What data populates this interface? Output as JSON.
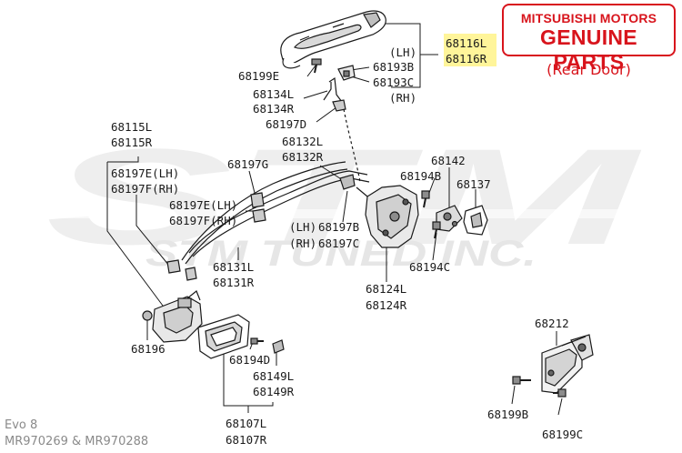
{
  "badge": {
    "brand": "MITSUBISHI MOTORS",
    "title": "GENUINE PARTS",
    "subtitle": "(Rear Door)",
    "accent_color": "#d8141c"
  },
  "watermark": {
    "brand": "STM",
    "tagline": "STM TUNED INC."
  },
  "footer": {
    "model": "Evo 8",
    "part_numbers": "MR970269 & MR970288"
  },
  "callouts": {
    "p68116L": "68116L",
    "p68116R": "68116R",
    "lh": "(LH)",
    "rh": "(RH)",
    "p68199E": "68199E",
    "p68193B": "68193B",
    "p68193C": "68193C",
    "p68134L": "68134L",
    "p68134R": "68134R",
    "p68197D": "68197D",
    "p68115L": "68115L",
    "p68115R": "68115R",
    "p68132L": "68132L",
    "p68132R": "68132R",
    "p68197G": "68197G",
    "p68197E_LH": "68197E(LH)",
    "p68197F_RH": "68197F(RH)",
    "p68197E_LH2": "68197E(LH)",
    "p68197F_RH2": "68197F(RH)",
    "lh2": "(LH)",
    "rh2": "(RH)",
    "p68197B": "68197B",
    "p68197C": "68197C",
    "p68131L": "68131L",
    "p68131R": "68131R",
    "p68142": "68142",
    "p68194B": "68194B",
    "p68137": "68137",
    "p68194C": "68194C",
    "p68124L": "68124L",
    "p68124R": "68124R",
    "p68196": "68196",
    "p68194D": "68194D",
    "p68149L": "68149L",
    "p68149R": "68149R",
    "p68107L": "68107L",
    "p68107R": "68107R",
    "p68212": "68212",
    "p68199B": "68199B",
    "p68199C": "68199C"
  }
}
